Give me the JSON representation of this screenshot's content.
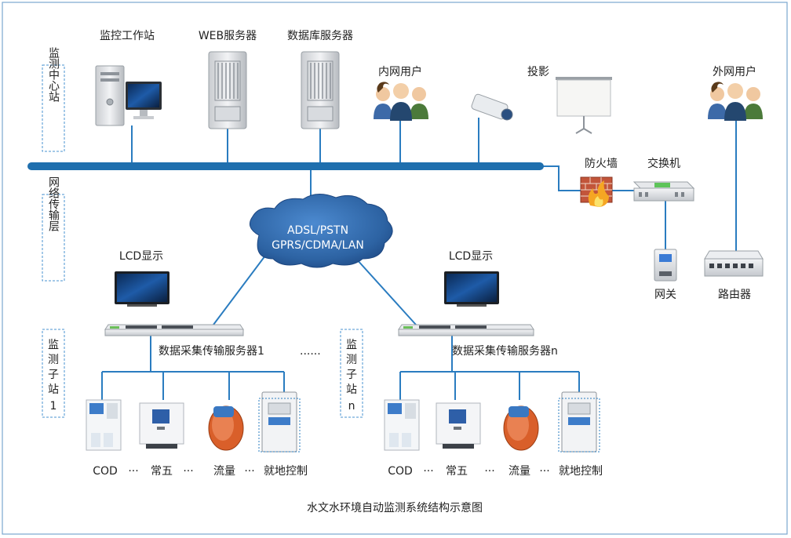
{
  "title": "水文水环境自动监测系统结构示意图",
  "lanes": {
    "center": "监测中心站",
    "network": "网络传输层",
    "sub1": [
      "监",
      "测",
      "子",
      "站",
      "1"
    ],
    "subn": [
      "监",
      "测",
      "子",
      "站",
      "n"
    ]
  },
  "center": {
    "workstation": "监控工作站",
    "web_server": "WEB服务器",
    "db_server": "数据库服务器",
    "intranet_users": "内网用户",
    "projector": "投影",
    "extranet_users": "外网用户",
    "firewall": "防火墙",
    "switch": "交换机",
    "gateway": "网关",
    "router": "路由器"
  },
  "cloud": {
    "line1": "ADSL/PSTN",
    "line2": "GPRS/CDMA/LAN"
  },
  "station1": {
    "lcd": "LCD显示",
    "server": "数据采集传输服务器1",
    "ellipsis": "......",
    "devices": [
      "COD",
      "常五",
      "流量",
      "就地控制"
    ],
    "dots": [
      "···",
      "···",
      "···"
    ]
  },
  "stationn": {
    "lcd": "LCD显示",
    "server": "数据采集传输服务器n",
    "devices": [
      "COD",
      "常五",
      "流量",
      "就地控制"
    ],
    "dots": [
      "···",
      "···",
      "···"
    ]
  },
  "colors": {
    "bus": "#1f6fae",
    "line": "#2a7cc0",
    "border": "#7aa7cf",
    "lane_border": "#4a93d0",
    "cloud": "#2f69a8"
  }
}
